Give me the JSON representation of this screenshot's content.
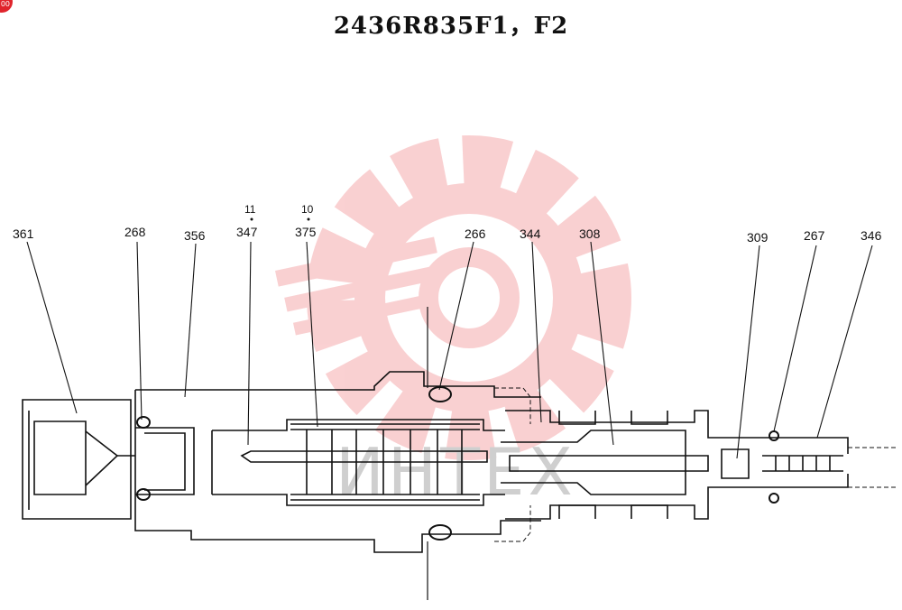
{
  "title": "2436R835F1，F2",
  "badge": "00",
  "watermark": {
    "text": "ИНТЕХ",
    "color": "#f07a7e",
    "icon": "gear-wrench-logo-icon"
  },
  "callouts": [
    {
      "id": "361",
      "label": "361"
    },
    {
      "id": "268",
      "label": "268"
    },
    {
      "id": "356",
      "label": "356"
    },
    {
      "id": "347",
      "label": "347",
      "note": "11"
    },
    {
      "id": "375",
      "label": "375",
      "note": "10"
    },
    {
      "id": "266",
      "label": "266"
    },
    {
      "id": "344",
      "label": "344"
    },
    {
      "id": "308",
      "label": "308"
    },
    {
      "id": "309",
      "label": "309"
    },
    {
      "id": "267",
      "label": "267"
    },
    {
      "id": "346",
      "label": "346"
    }
  ]
}
